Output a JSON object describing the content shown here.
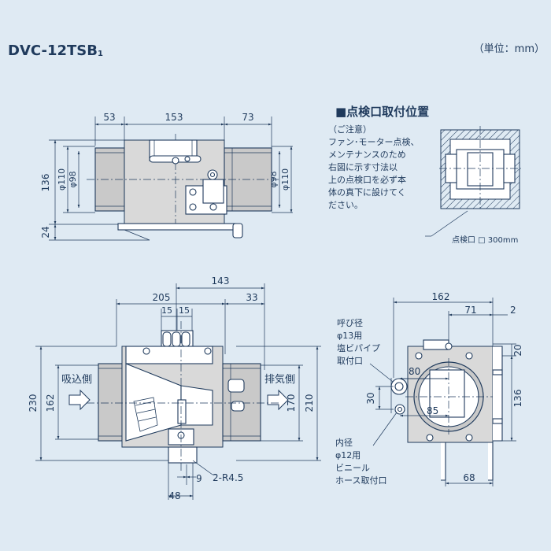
{
  "header": {
    "model": "DVC-12TSB",
    "model_suffix": "1",
    "unit": "（単位：mm）"
  },
  "top_view": {
    "dim_53": "53",
    "dim_153": "153",
    "dim_73": "73",
    "dim_136": "136",
    "dim_24": "24",
    "dia_110_left": "φ110",
    "dia_98_left": "φ98",
    "dia_98_right": "φ98",
    "dia_110_right": "φ110"
  },
  "inspection": {
    "title": "■点検口取付位置",
    "note_lines": [
      "（ご注意）",
      "ファン･モーター点検、",
      "メンテナンスのため",
      "右図に示す寸法以",
      "上の点検口を必ず本",
      "体の真下に設けてく",
      "ださい。"
    ],
    "caption": "点検口 □ 300mm"
  },
  "bottom_view": {
    "dim_143": "143",
    "dim_205": "205",
    "dim_33": "33",
    "dim_15a": "15",
    "dim_15b": "15",
    "dim_230": "230",
    "dim_162": "162",
    "dim_170": "170",
    "dim_210": "210",
    "inlet": "吸込側",
    "outlet": "排気側",
    "dim_9": "9",
    "radius": "2-R4.5",
    "dim_48": "48"
  },
  "side_view": {
    "dim_162": "162",
    "dim_71": "71",
    "dim_2": "2",
    "dim_20": "20",
    "dim_136": "136",
    "dim_80": "80",
    "dim_30": "30",
    "dim_85": "85",
    "dim_68": "68",
    "pipe_label": [
      "呼び径",
      "φ13用",
      "塩ビパイプ",
      "取付口"
    ],
    "hose_label": [
      "内径",
      "φ12用",
      "ビニール",
      "ホース取付口"
    ]
  }
}
